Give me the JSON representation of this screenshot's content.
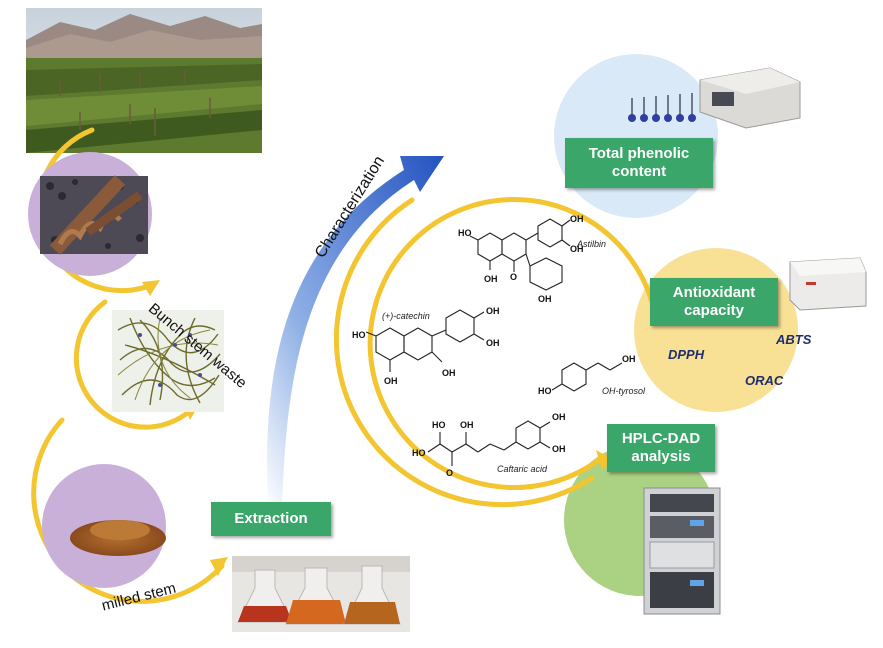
{
  "flow": {
    "waste_label": "Bunch stem waste",
    "milled_label": "milled stem",
    "extraction_label": "Extraction",
    "characterization_label": "Characterization"
  },
  "compounds": {
    "astilbin": "Astilbin",
    "catechin": "(+)-catechin",
    "tyrosol": "OH-tyrosol",
    "caftaric": "Caftaric acid"
  },
  "methods": {
    "tpc_line1": "Total phenolic",
    "tpc_line2": "content",
    "antiox_line1": "Antioxidant",
    "antiox_line2": "capacity",
    "hplc_line1": "HPLC-DAD",
    "hplc_line2": "analysis"
  },
  "assays": {
    "abts": "ABTS",
    "dpph": "DPPH",
    "orac": "ORAC"
  },
  "colors": {
    "green_box": "#3aa66a",
    "yellow_arrow": "#f3c531",
    "blue_arrow": "#2f5fbf",
    "blue_circle": "#d7e8f7",
    "yellow_circle": "#f8de8f",
    "green_circle": "#a6cf7c",
    "purple_circle": "#c9b0d9"
  }
}
